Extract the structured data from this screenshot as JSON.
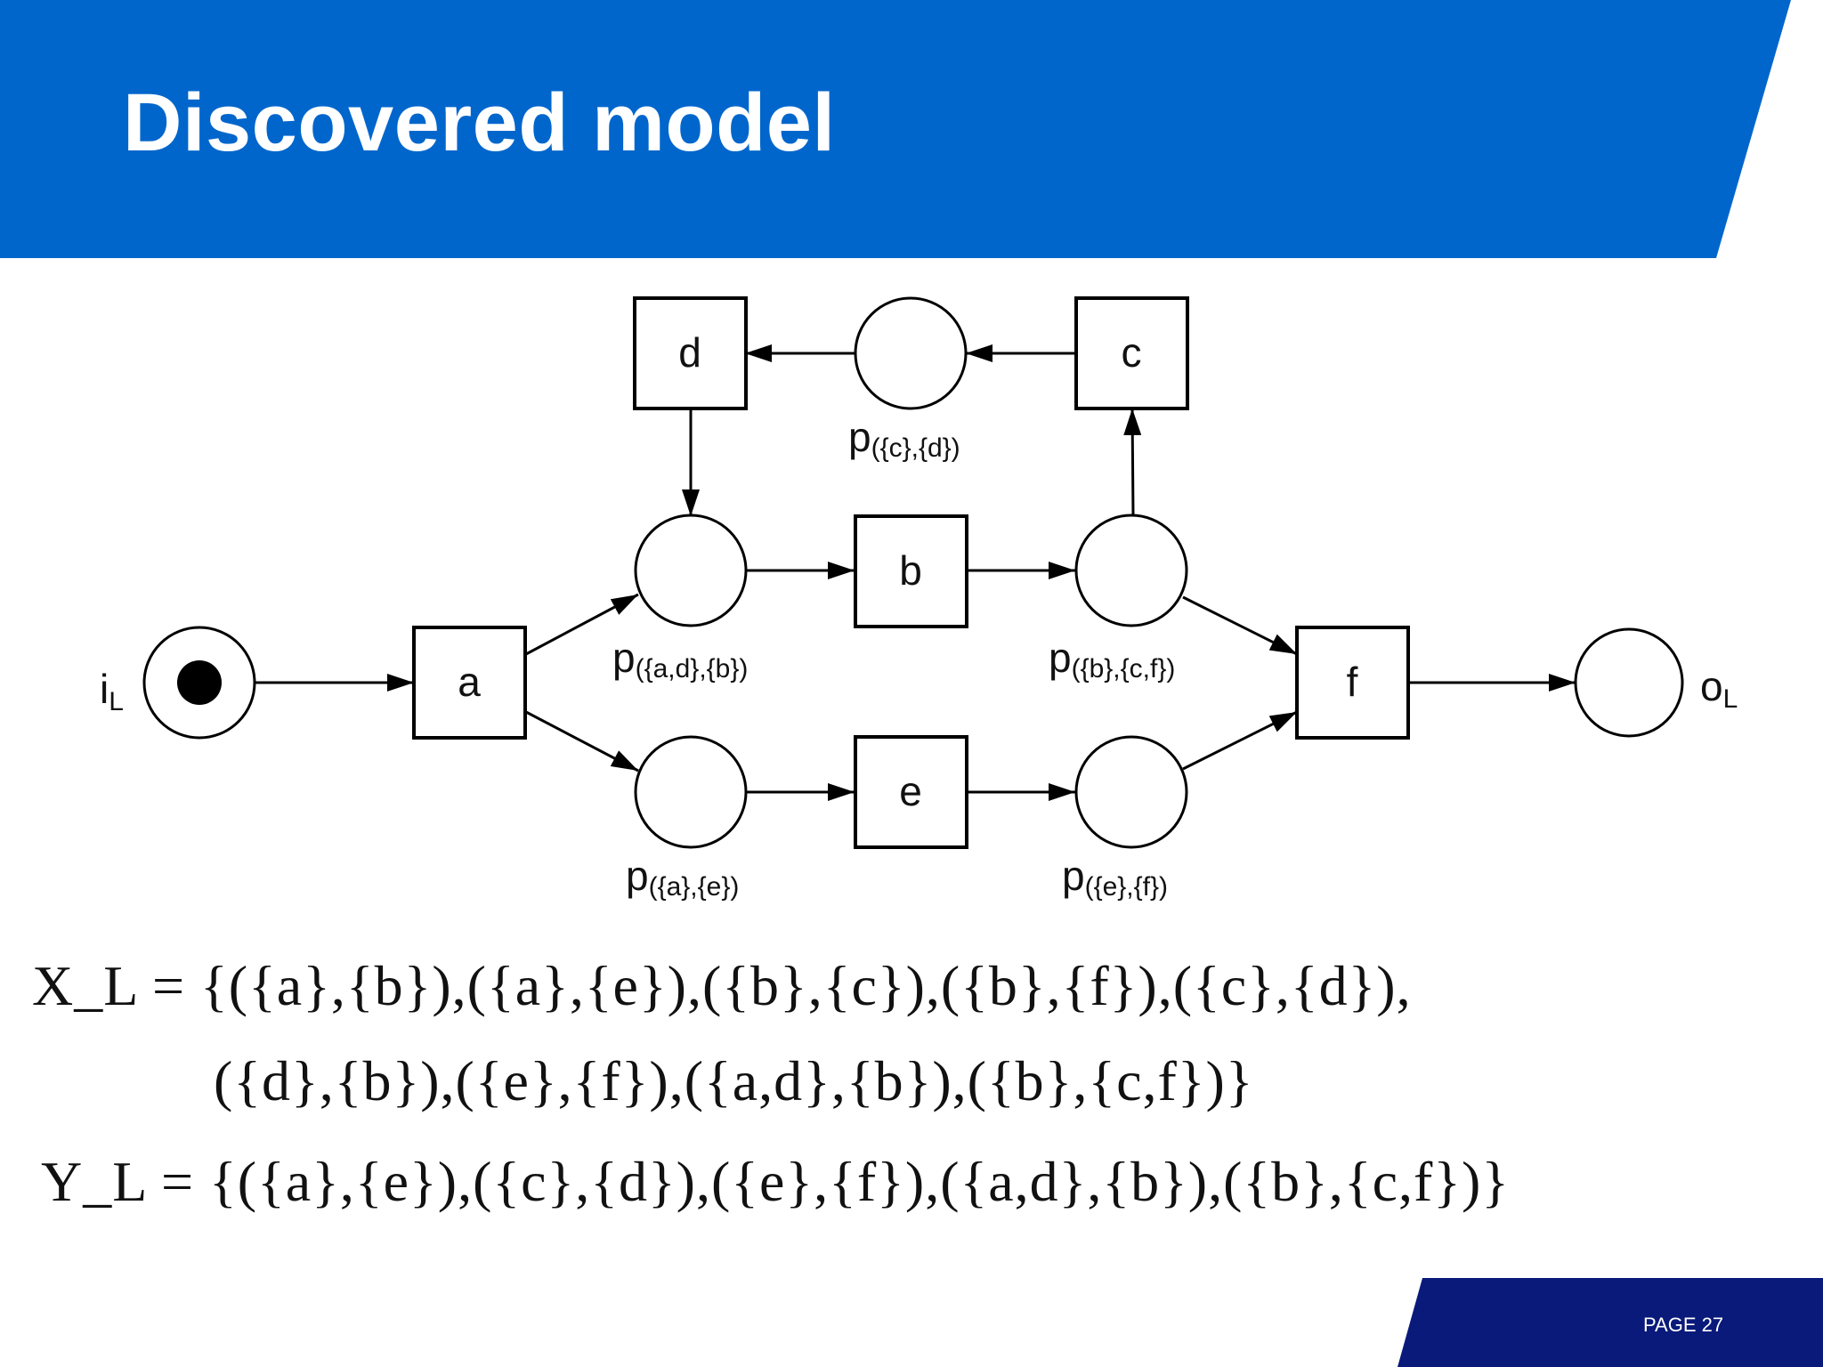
{
  "slide": {
    "title": "Discovered model",
    "page_label": "PAGE 27",
    "colors": {
      "header_blue": "#0066CC",
      "footer_navy": "#0A1A7A"
    }
  },
  "net": {
    "transitions": {
      "a": "a",
      "b": "b",
      "c": "c",
      "d": "d",
      "e": "e",
      "f": "f"
    },
    "places": {
      "input": {
        "main": "i",
        "sub": "L"
      },
      "output": {
        "main": "o",
        "sub": "L"
      },
      "p_ad_b": {
        "main": "p",
        "sub": "({a,d},{b})"
      },
      "p_a_e": {
        "main": "p",
        "sub": "({a},{e})"
      },
      "p_c_d": {
        "main": "p",
        "sub": "({c},{d})"
      },
      "p_b_cf": {
        "main": "p",
        "sub": "({b},{c,f})"
      },
      "p_e_f": {
        "main": "p",
        "sub": "({e},{f})"
      }
    },
    "initial_marking": "i_L"
  },
  "formulas": {
    "x_line1": "X_L = {({a},{b}),({a},{e}),({b},{c}),({b},{f}),({c},{d}),",
    "x_line2": "({d},{b}),({e},{f}),({a,d},{b}),({b},{c,f})}",
    "y_line": "Y_L = {({a},{e}),({c},{d}),({e},{f}),({a,d},{b}),({b},{c,f})}"
  }
}
